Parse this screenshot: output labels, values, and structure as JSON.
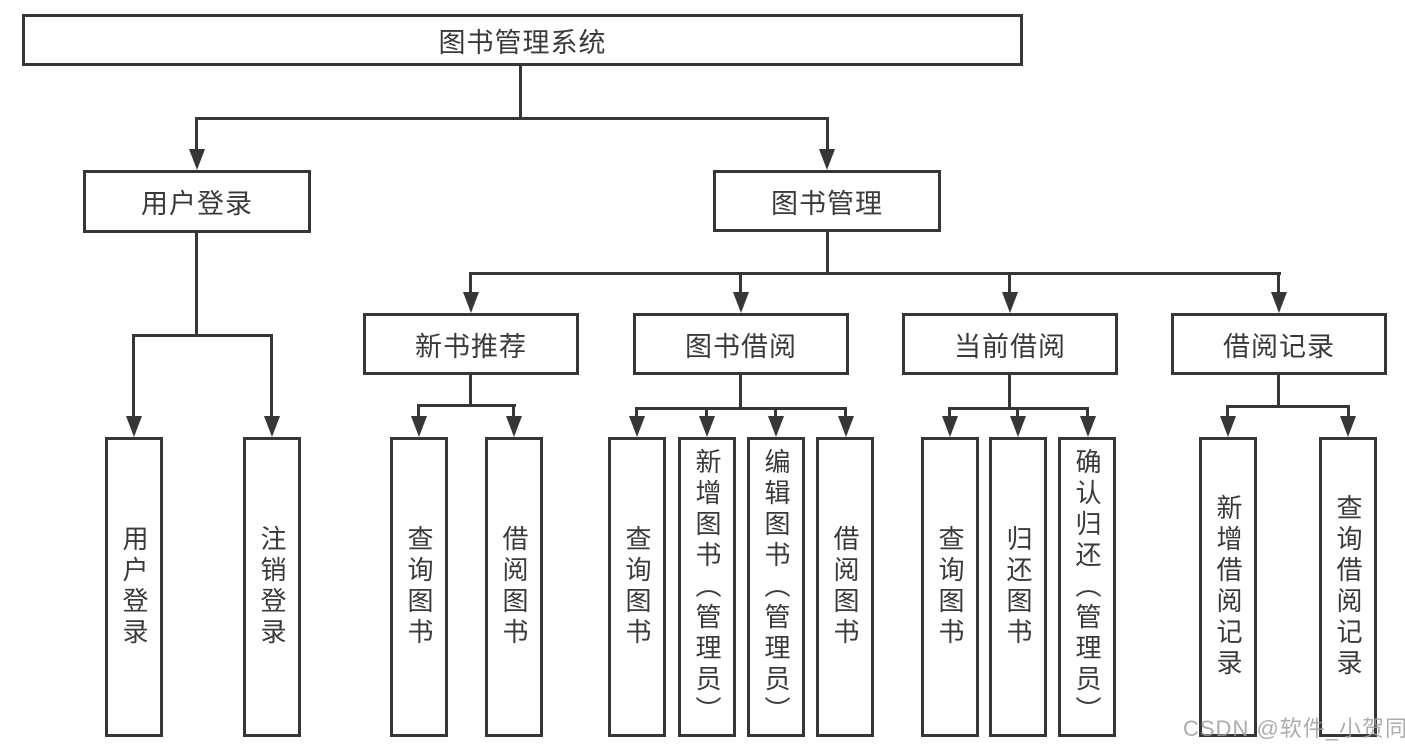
{
  "diagram_title": "图书管理系统",
  "tree": {
    "label": "图书管理系统",
    "children": [
      {
        "label": "用户登录",
        "children": [
          {
            "label": "用户登录"
          },
          {
            "label": "注销登录"
          }
        ]
      },
      {
        "label": "图书管理",
        "children": [
          {
            "label": "新书推荐",
            "children": [
              {
                "label": "查询图书"
              },
              {
                "label": "借阅图书"
              }
            ]
          },
          {
            "label": "图书借阅",
            "children": [
              {
                "label": "查询图书"
              },
              {
                "label": "新增图书（管理员）"
              },
              {
                "label": "编辑图书（管理员）"
              },
              {
                "label": "借阅图书"
              }
            ]
          },
          {
            "label": "当前借阅",
            "children": [
              {
                "label": "查询图书"
              },
              {
                "label": "归还图书"
              },
              {
                "label": "确认归还（管理员）"
              }
            ]
          },
          {
            "label": "借阅记录",
            "children": [
              {
                "label": "新增借阅记录"
              },
              {
                "label": "查询借阅记录"
              }
            ]
          }
        ]
      }
    ]
  },
  "watermark": {
    "text": "CSDN @软件_小贺同学"
  },
  "colors": {
    "line": "#363636",
    "text": "#3a3a3a",
    "background": "#ffffff",
    "watermark": "#9e9e9e"
  }
}
